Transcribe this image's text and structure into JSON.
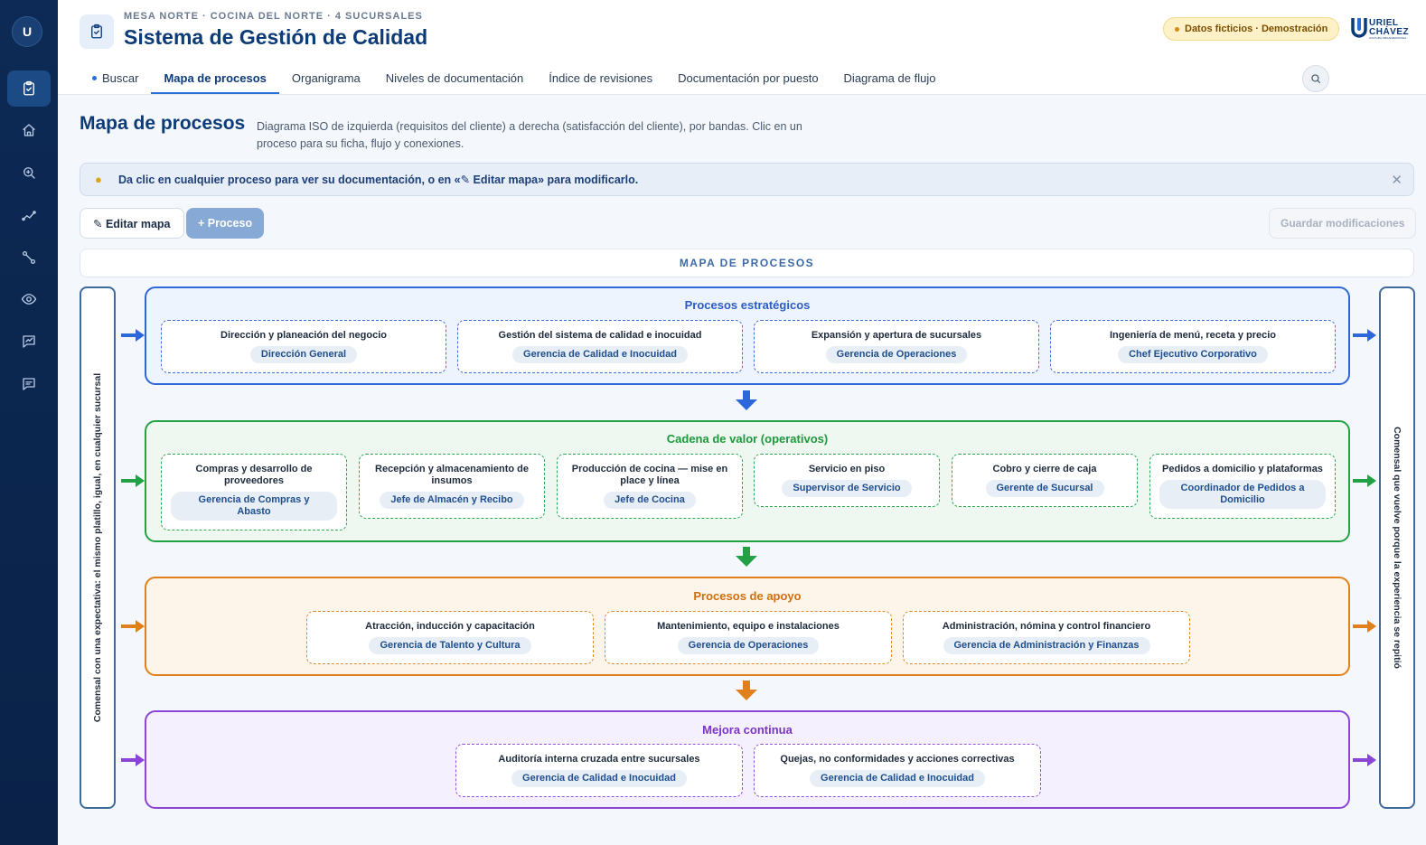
{
  "user": {
    "initial": "U"
  },
  "sidebar": {
    "items": [
      {
        "icon": "clipboard-check-icon",
        "active": true
      },
      {
        "icon": "home-icon"
      },
      {
        "icon": "zoom-search-icon"
      },
      {
        "icon": "trend-line-icon"
      },
      {
        "icon": "link-icon"
      },
      {
        "icon": "eye-icon"
      },
      {
        "icon": "chart-message-icon"
      },
      {
        "icon": "message-icon"
      }
    ]
  },
  "header": {
    "breadcrumb": "MESA NORTE · COCINA DEL NORTE · 4 SUCURSALES",
    "title": "Sistema de Gestión de Calidad",
    "demo_badge": "Datos ficticios · Demostración",
    "brand_line1": "URIEL",
    "brand_line2": "CHÁVEZ",
    "brand_sub": "CULTURA ORGANIZACIONAL"
  },
  "tabs": [
    {
      "label": "Buscar"
    },
    {
      "label": "Mapa de procesos",
      "active": true
    },
    {
      "label": "Organigrama"
    },
    {
      "label": "Niveles de documentación"
    },
    {
      "label": "Índice de revisiones"
    },
    {
      "label": "Documentación por puesto"
    },
    {
      "label": "Diagrama de flujo"
    }
  ],
  "page": {
    "title": "Mapa de procesos",
    "description": "Diagrama ISO de izquierda (requisitos del cliente) a derecha (satisfacción del cliente), por bandas. Clic en un proceso para su ficha, flujo y conexiones.",
    "info": "Da clic en cualquier proceso para ver su documentación, o en «✎ Editar mapa» para modificarlo.",
    "info_close": "✕",
    "edit_button": "✎ Editar mapa",
    "add_button": "+ Proceso",
    "save_button": "Guardar modificaciones",
    "map_header": "MAPA DE PROCESOS"
  },
  "map": {
    "left_label": "Comensal con una expectativa: el mismo platillo, igual, en cualquier sucursal",
    "right_label": "Comensal que vuelve porque la experiencia se repitió",
    "colors": {
      "strategic": "#2e67d9",
      "value": "#23a245",
      "support": "#e0801a",
      "improvement": "#8a44d8"
    },
    "bands": {
      "strategic": {
        "title": "Procesos estratégicos",
        "processes": [
          {
            "name": "Dirección y planeación del negocio",
            "owner": "Dirección General"
          },
          {
            "name": "Gestión del sistema de calidad e inocuidad",
            "owner": "Gerencia de Calidad e Inocuidad"
          },
          {
            "name": "Expansión y apertura de sucursales",
            "owner": "Gerencia de Operaciones"
          },
          {
            "name": "Ingeniería de menú, receta y precio",
            "owner": "Chef Ejecutivo Corporativo"
          }
        ]
      },
      "value": {
        "title": "Cadena de valor (operativos)",
        "processes": [
          {
            "name": "Compras y desarrollo de proveedores",
            "owner": "Gerencia de Compras y Abasto"
          },
          {
            "name": "Recepción y almacenamiento de insumos",
            "owner": "Jefe de Almacén y Recibo"
          },
          {
            "name": "Producción de cocina — mise en place y línea",
            "owner": "Jefe de Cocina"
          },
          {
            "name": "Servicio en piso",
            "owner": "Supervisor de Servicio"
          },
          {
            "name": "Cobro y cierre de caja",
            "owner": "Gerente de Sucursal"
          },
          {
            "name": "Pedidos a domicilio y plataformas",
            "owner": "Coordinador de Pedidos a Domicilio"
          }
        ]
      },
      "support": {
        "title": "Procesos de apoyo",
        "processes": [
          {
            "name": "Atracción, inducción y capacitación",
            "owner": "Gerencia de Talento y Cultura"
          },
          {
            "name": "Mantenimiento, equipo e instalaciones",
            "owner": "Gerencia de Operaciones"
          },
          {
            "name": "Administración, nómina y control financiero",
            "owner": "Gerencia de Administración y Finanzas"
          }
        ]
      },
      "improvement": {
        "title": "Mejora continua",
        "processes": [
          {
            "name": "Auditoría interna cruzada entre sucursales",
            "owner": "Gerencia de Calidad e Inocuidad"
          },
          {
            "name": "Quejas, no conformidades y acciones correctivas",
            "owner": "Gerencia de Calidad e Inocuidad"
          }
        ]
      }
    }
  }
}
